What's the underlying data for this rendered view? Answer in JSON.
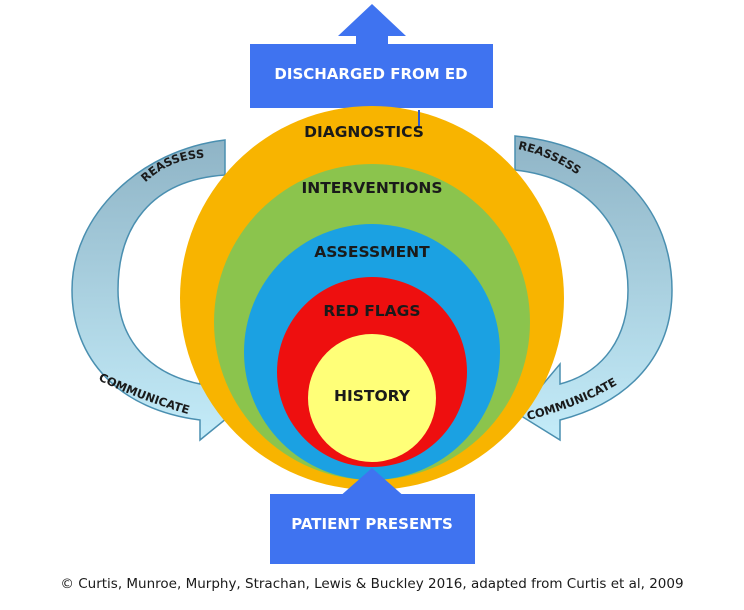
{
  "colors": {
    "box_blue": "#3f73f0",
    "ring_orange": "#f8b400",
    "ring_green": "#8bc44d",
    "ring_blue": "#1ba1e2",
    "ring_red": "#ee0f0f",
    "core_yellow": "#ffff78",
    "arrow_fill_light": "#bfe9f7",
    "arrow_fill_dark": "#8fb4c6",
    "arrow_stroke": "#4a8fb0"
  },
  "layers": {
    "diagnostics": "DIAGNOSTICS",
    "interventions": "INTERVENTIONS",
    "assessment": "ASSESSMENT",
    "red_flags": "RED FLAGS",
    "history": "HISTORY"
  },
  "boxes": {
    "discharged": "DISCHARGED FROM ED",
    "patient_presents": "PATIENT PRESENTS"
  },
  "cycle": {
    "left_reassess": "REASSESS",
    "left_communicate": "COMMUNICATE",
    "right_reassess": "REASSESS",
    "right_communicate": "COMMUNICATE"
  },
  "credit": "© Curtis, Munroe, Murphy, Strachan, Lewis & Buckley 2016, adapted from Curtis et al, 2009"
}
